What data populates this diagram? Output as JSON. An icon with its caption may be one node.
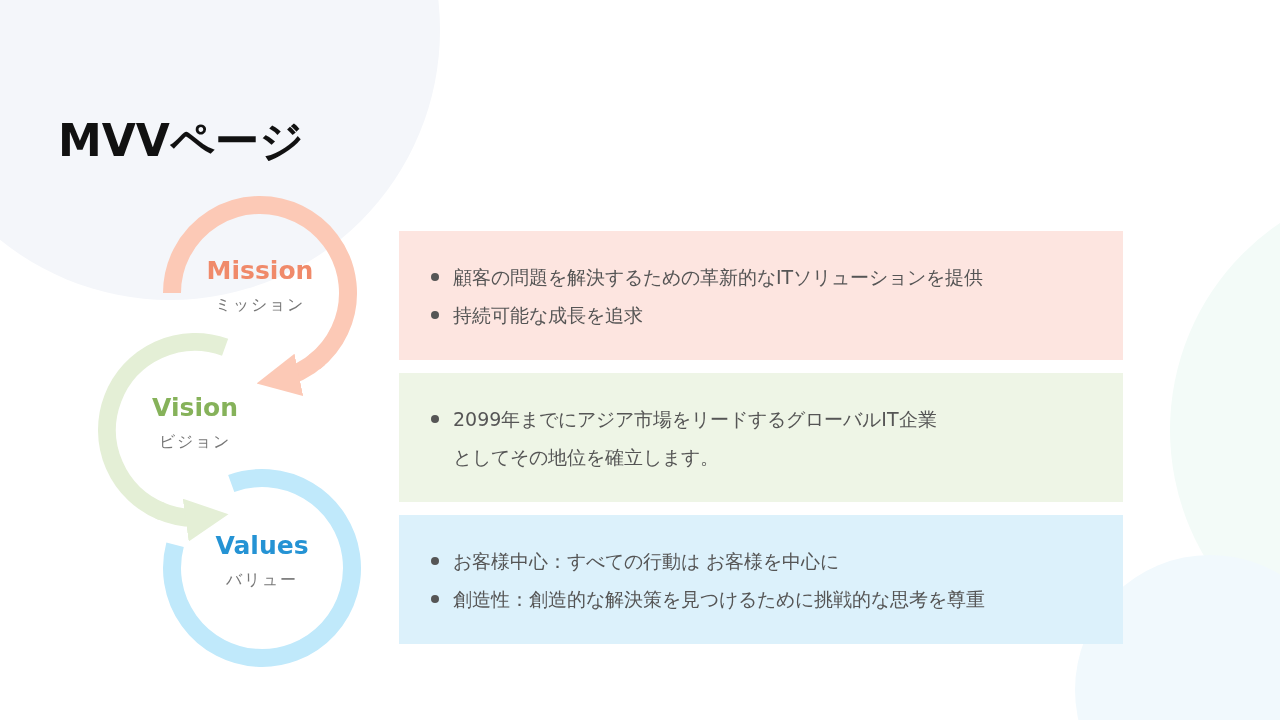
{
  "diagram": {
    "title": "MVVページ",
    "nodes": [
      {
        "text": [
          "Mission",
          "ミッション"
        ]
      },
      {
        "text": [
          "Vision",
          "ビジョン"
        ]
      },
      {
        "text": [
          "Values",
          "バリュー"
        ]
      },
      {
        "text": [
          "顧客の問題を解決するための革新的なITソリューションを提供",
          "持続可能な成長を追求"
        ]
      },
      {
        "text": [
          "2099年までにアジア市場をリードするグローバルIT企業としてその地位を確立します。"
        ]
      },
      {
        "text": [
          "お客様中心：すべての行動は お客様を中心に",
          "創造性：創造的な解決策を見つけるために挑戦的な思考を尊重"
        ]
      }
    ],
    "edges": [
      {
        "from": 0,
        "to": 1,
        "arrow": "to",
        "color": "#fcc9b6"
      },
      {
        "from": 1,
        "to": 2,
        "arrow": "to",
        "color": "#e4efd6"
      }
    ]
  }
}
